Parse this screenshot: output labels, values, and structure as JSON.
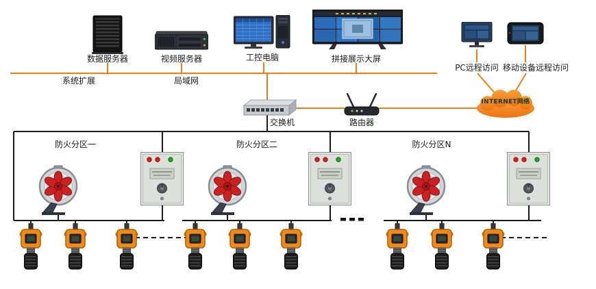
{
  "colors": {
    "accent_orange": "#f07c12",
    "wire_black": "#1a1a1a",
    "fan_red": "#c92222",
    "detector_orange": "#ef8a1a",
    "cloud_orange": "#f28822"
  },
  "top_devices": [
    {
      "label": "数据服务器",
      "icon": "server-tower-icon"
    },
    {
      "label": "视频服务器",
      "icon": "rack-server-icon"
    },
    {
      "label": "工控电脑",
      "icon": "industrial-pc-icon"
    },
    {
      "label": "拼接展示大屏",
      "icon": "video-wall-icon"
    }
  ],
  "remote_access": [
    {
      "label": "PC远程访问",
      "icon": "desktop-monitor-icon"
    },
    {
      "label": "移动设备远程访问",
      "icon": "tablet-icon"
    }
  ],
  "bus_labels": {
    "system_expansion": "系统扩展",
    "lan": "局域网"
  },
  "network": {
    "switch_label": "交换机",
    "router_label": "路由器",
    "internet_label": "INTERNET网络"
  },
  "zones": [
    {
      "label": "防火分区一"
    },
    {
      "label": "防火分区二"
    },
    {
      "label": "防火分区N"
    }
  ],
  "zone_equipment_icons": {
    "fan": "axial-fan-icon",
    "controller": "alarm-controller-icon",
    "detector": "gas-detector-icon"
  }
}
